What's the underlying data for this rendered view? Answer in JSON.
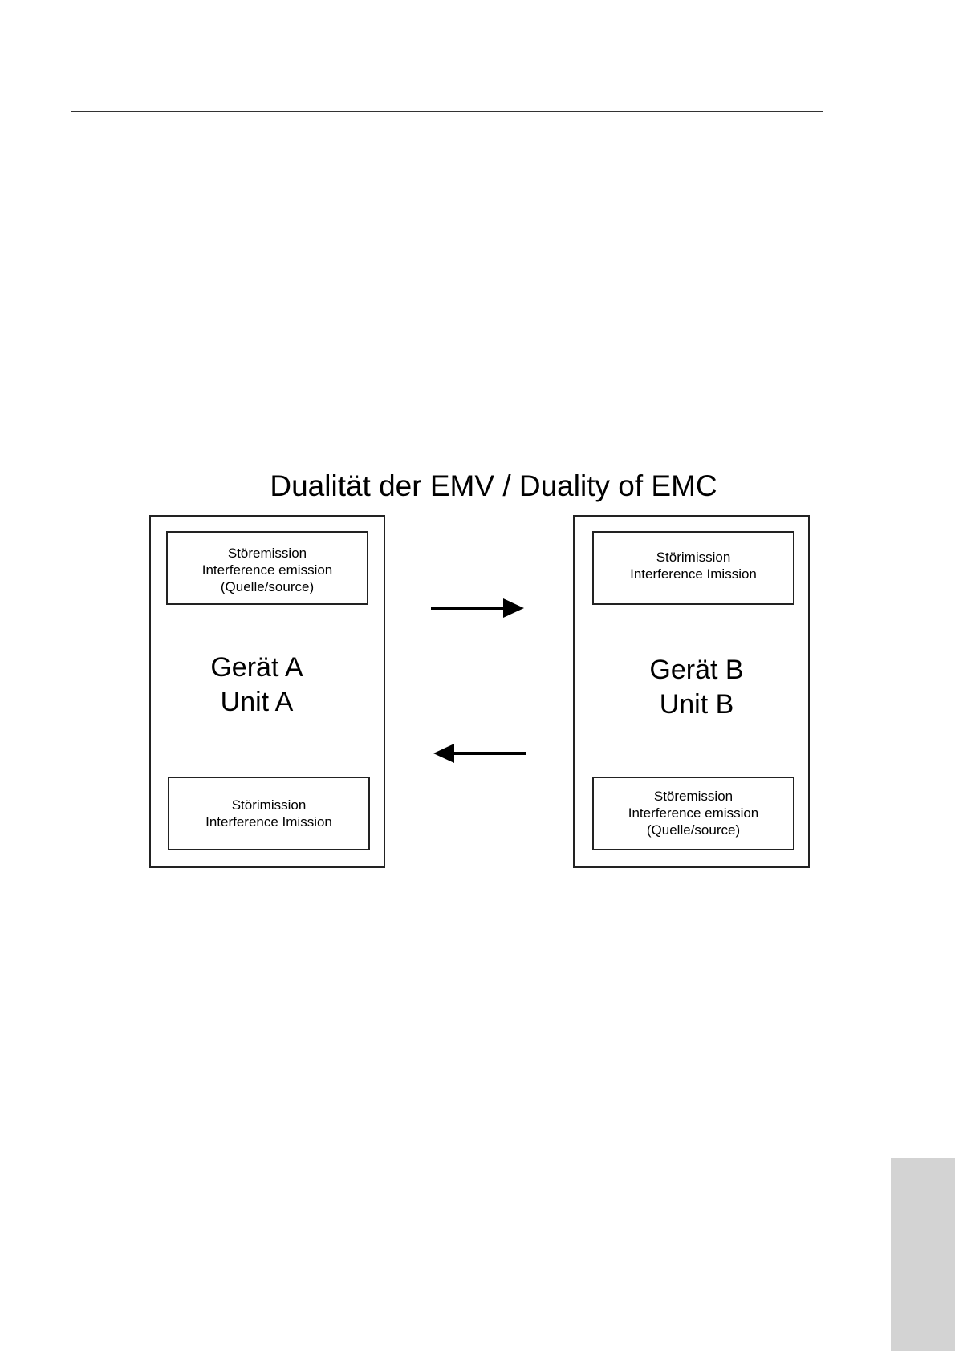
{
  "title": "Dualität der EMV / Duality of EMC",
  "unit_a": {
    "name_de": "Gerät A",
    "name_en": "Unit A",
    "top_box": {
      "line1": "Störemission",
      "line2": "Interference emission",
      "line3": "(Quelle/source)"
    },
    "bottom_box": {
      "line1": "Störimission",
      "line2": "Interference Imission"
    }
  },
  "unit_b": {
    "name_de": "Gerät B",
    "name_en": "Unit B",
    "top_box": {
      "line1": "Störimission",
      "line2": "Interference Imission"
    },
    "bottom_box": {
      "line1": "Störemission",
      "line2": "Interference emission",
      "line3": "(Quelle/source)"
    }
  },
  "arrows": {
    "upper_direction": "right",
    "lower_direction": "left"
  },
  "colors": {
    "line": "#222222",
    "corner_tab": "#d3d3d3"
  }
}
